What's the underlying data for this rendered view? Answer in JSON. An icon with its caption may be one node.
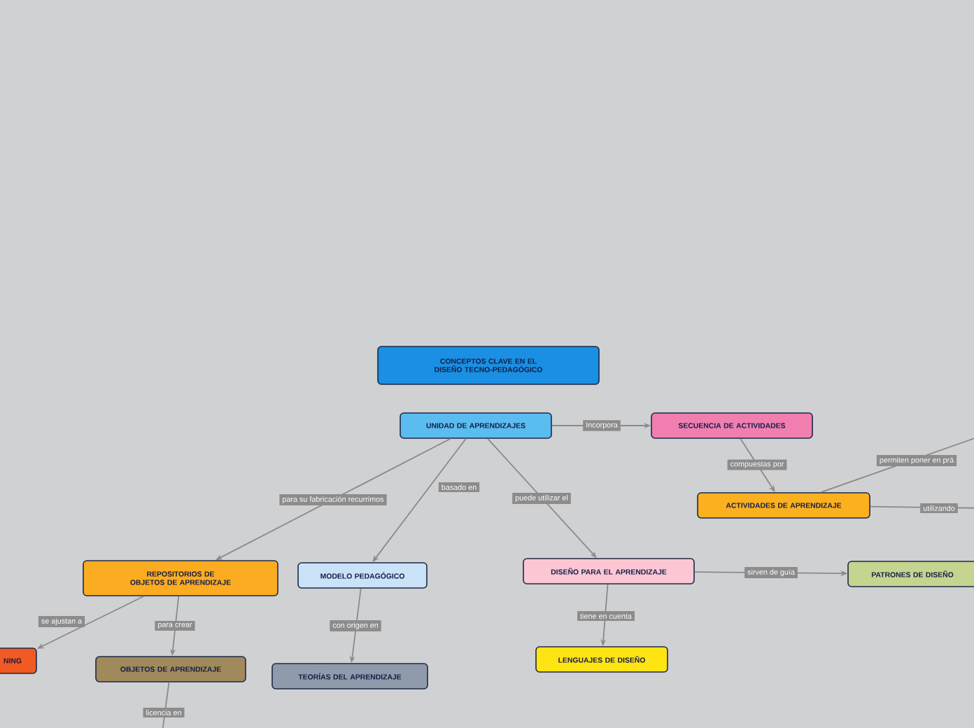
{
  "diagram": {
    "nodes": [
      {
        "text": [
          "CONCEPTOS CLAVE EN EL DISEÑO TECNO-PEDAGÓGICO"
        ]
      },
      {
        "text": [
          "UNIDAD DE APRENDIZAJES"
        ]
      },
      {
        "text": [
          "SECUENCIA DE ACTIVIDADES"
        ]
      },
      {
        "text": [
          "ACTIVIDADES DE APRENDIZAJE"
        ]
      },
      {
        "text": [
          "REPOSITORIOS DE OBJETOS DE APRENDIZAJE"
        ]
      },
      {
        "text": [
          "MODELO PEDAGÓGICO"
        ]
      },
      {
        "text": [
          "DISEÑO PARA EL APRENDIZAJE"
        ]
      },
      {
        "text": [
          "PATRONES DE DISEÑO"
        ]
      },
      {
        "text": [
          "NING"
        ]
      },
      {
        "text": [
          "OBJETOS DE APRENDIZAJE"
        ]
      },
      {
        "text": [
          "TEORÍAS DEL APRENDIZAJE"
        ]
      },
      {
        "text": [
          "LENGUAJES DE DISEÑO"
        ]
      }
    ],
    "edges": [
      {
        "from": 1,
        "to": 2,
        "arrow": "to",
        "label": "Incorpora"
      },
      {
        "from": 2,
        "to": 3,
        "arrow": "to",
        "label": "compuestas por"
      },
      {
        "from": 3,
        "to": null,
        "arrow": "none",
        "label": "permiten poner en prá"
      },
      {
        "from": 3,
        "to": null,
        "arrow": "none",
        "label": "utilizando"
      },
      {
        "from": 1,
        "to": 4,
        "arrow": "to",
        "label": "para su fabricación recurrimos"
      },
      {
        "from": 1,
        "to": 5,
        "arrow": "to",
        "label": "basado en"
      },
      {
        "from": 1,
        "to": 6,
        "arrow": "to",
        "label": "puede utilizar el"
      },
      {
        "from": 4,
        "to": 8,
        "arrow": "to",
        "label": "se ajustan a"
      },
      {
        "from": 4,
        "to": 9,
        "arrow": "to",
        "label": "para crear"
      },
      {
        "from": 9,
        "to": null,
        "arrow": "none",
        "label": "licencia en"
      },
      {
        "from": 5,
        "to": 10,
        "arrow": "to",
        "label": "con origen en"
      },
      {
        "from": 6,
        "to": 11,
        "arrow": "to",
        "label": "tiene en cuenta"
      },
      {
        "from": 6,
        "to": 7,
        "arrow": "to",
        "label": "sirven de guía"
      }
    ]
  }
}
